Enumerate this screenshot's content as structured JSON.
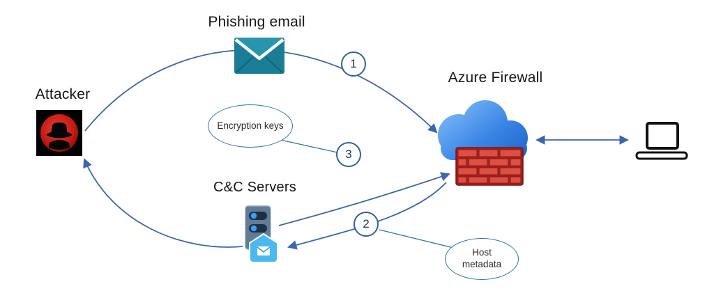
{
  "diagram": {
    "nodes": {
      "attacker": {
        "label": "Attacker"
      },
      "phishing_email": {
        "label": "Phishing email"
      },
      "azure_firewall": {
        "label": "Azure Firewall"
      },
      "cnc_servers": {
        "label": "C&C Servers"
      }
    },
    "steps": [
      {
        "number": "1"
      },
      {
        "number": "2"
      },
      {
        "number": "3"
      }
    ],
    "callouts": {
      "encryption_keys": "Encryption keys",
      "host_metadata": "Host metadata"
    },
    "colors": {
      "arrow_blue": "#3a66b0",
      "step_circle_border": "#2e5fa3",
      "envelope_teal": "#1a7f96",
      "cloud_blue": "#2f7fe0",
      "firewall_red": "#a02121",
      "attacker_red": "#d71920",
      "server_accent_blue": "#4ab9ee"
    }
  }
}
